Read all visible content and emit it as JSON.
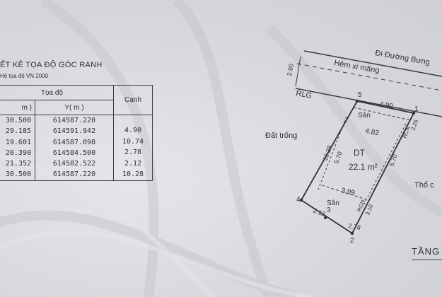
{
  "table": {
    "title": "ẾT KÊ TỌA ĐỘ GÓC RANH",
    "subtitle": "Hệ tọa độ VN 2000",
    "header_group": "Tọa độ",
    "col_x": "m )",
    "col_y": "Y( m )",
    "col_canh": "Cạnh",
    "rows": [
      {
        "x": "30.500",
        "y": "614587.220"
      },
      {
        "x": "29.185",
        "y": "614591.942"
      },
      {
        "x": "19.601",
        "y": "614587.098"
      },
      {
        "x": "20.390",
        "y": "614584.500"
      },
      {
        "x": "21.352",
        "y": "614582.522"
      },
      {
        "x": "30.500",
        "y": "614587.220"
      }
    ],
    "canh": [
      "4.90",
      "10.74",
      "2.78",
      "2.12",
      "10.28"
    ]
  },
  "map": {
    "road_label": "Hẻm xi măng",
    "road_to": "Đi Đường Bưng",
    "road_width": "2.90",
    "alg": "RLG",
    "left_label": "Đất trống",
    "right_label": "Thổ c",
    "area": "DT",
    "area_value": "22.1 m²",
    "yard_top": "Sân",
    "yard_bottom": "Sân",
    "top_edge": "4.90",
    "inner_top": "4.82",
    "inner_bottom": "3.99",
    "bottom_edge": "2.78",
    "left_edge": "10.28",
    "left_inner": "5.70",
    "right_inner": "5.70",
    "left_seg": "2.12",
    "rdn1": "RCN",
    "rdn2": "RCN",
    "v1": "2.25",
    "v2": "3.10",
    "p1": "1",
    "p2": "2",
    "p3": "3",
    "p4": "4",
    "p5": "5"
  },
  "footer": {
    "label": "TẦNG"
  }
}
